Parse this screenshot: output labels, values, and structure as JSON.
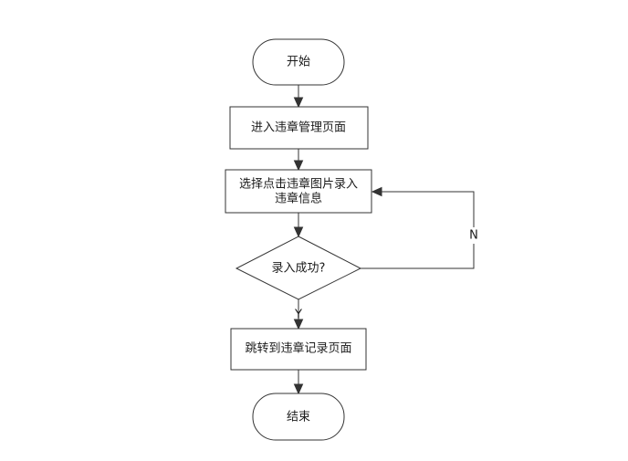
{
  "diagram": {
    "nodes": {
      "start": {
        "label": "开始"
      },
      "enter_page": {
        "label": "进入违章管理页面"
      },
      "select_image": {
        "label_line1": "选择点击违章图片录入",
        "label_line2": "违章信息"
      },
      "success_check": {
        "label": "录入成功?"
      },
      "redirect": {
        "label": "跳转到违章记录页面"
      },
      "end": {
        "label": "结束"
      }
    },
    "edges": {
      "yes_label": "Y",
      "no_label": "N"
    }
  }
}
